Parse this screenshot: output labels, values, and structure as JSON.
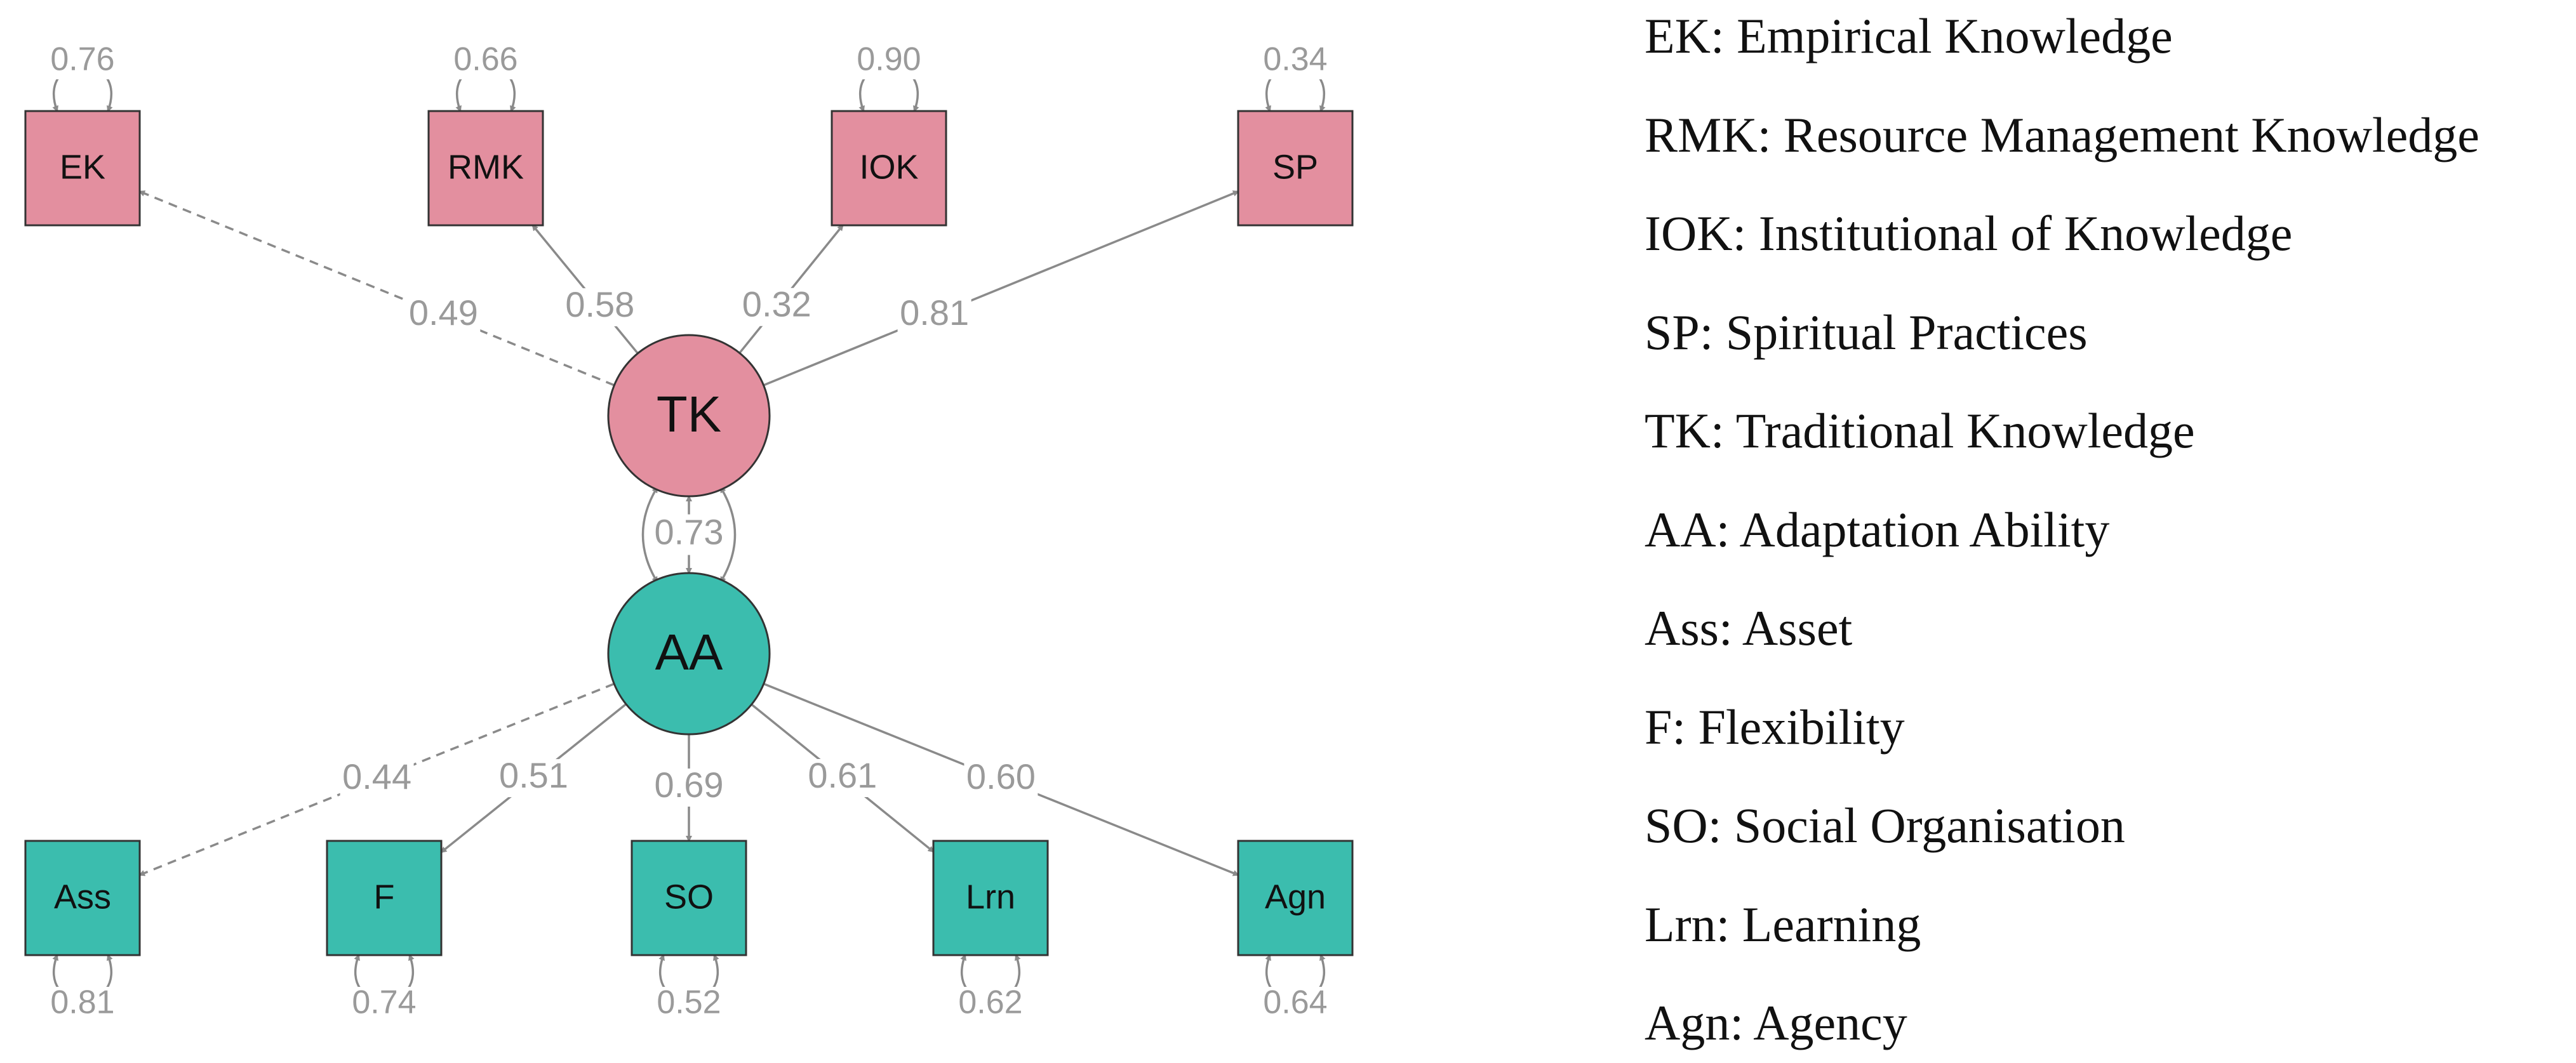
{
  "colors": {
    "traditional_knowledge": "#e38f9f",
    "adaptation_ability": "#3bbdae",
    "border": "#333333",
    "edge": "#8a8a8a",
    "edge_label": "#9a9a9a"
  },
  "diagram": {
    "latent": [
      {
        "id": "TK",
        "label": "TK",
        "group": "traditional_knowledge"
      },
      {
        "id": "AA",
        "label": "AA",
        "group": "adaptation_ability"
      }
    ],
    "indicators": [
      {
        "id": "EK",
        "label": "EK",
        "latent": "TK",
        "loading": "0.49",
        "residual": "0.76",
        "dashed": true
      },
      {
        "id": "RMK",
        "label": "RMK",
        "latent": "TK",
        "loading": "0.58",
        "residual": "0.66",
        "dashed": false
      },
      {
        "id": "IOK",
        "label": "IOK",
        "latent": "TK",
        "loading": "0.32",
        "residual": "0.90",
        "dashed": false
      },
      {
        "id": "SP",
        "label": "SP",
        "latent": "TK",
        "loading": "0.81",
        "residual": "0.34",
        "dashed": false
      },
      {
        "id": "Ass",
        "label": "Ass",
        "latent": "AA",
        "loading": "0.44",
        "residual": "0.81",
        "dashed": true
      },
      {
        "id": "F",
        "label": "F",
        "latent": "AA",
        "loading": "0.51",
        "residual": "0.74",
        "dashed": false
      },
      {
        "id": "SO",
        "label": "SO",
        "latent": "AA",
        "loading": "0.69",
        "residual": "0.52",
        "dashed": false
      },
      {
        "id": "Lrn",
        "label": "Lrn",
        "latent": "AA",
        "loading": "0.61",
        "residual": "0.62",
        "dashed": false
      },
      {
        "id": "Agn",
        "label": "Agn",
        "latent": "AA",
        "loading": "0.60",
        "residual": "0.64",
        "dashed": false
      }
    ],
    "covariance": {
      "from": "TK",
      "to": "AA",
      "value": "0.73"
    }
  },
  "legend": [
    "EK: Empirical Knowledge",
    "RMK: Resource Management Knowledge",
    "IOK: Institutional of Knowledge",
    "SP: Spiritual Practices",
    "TK: Traditional Knowledge",
    "AA: Adaptation Ability",
    "Ass: Asset",
    "F: Flexibility",
    "SO: Social Organisation",
    "Lrn: Learning",
    "Agn: Agency"
  ]
}
